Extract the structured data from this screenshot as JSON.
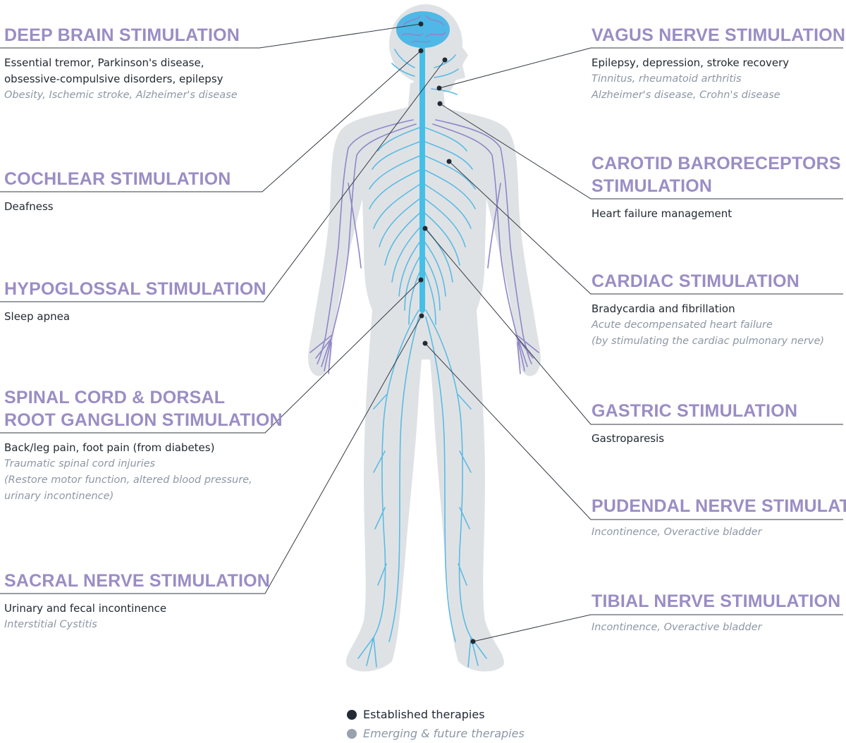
{
  "therapies_left": [
    {
      "id": "dbs",
      "title_lines": [
        "DEEP BRAIN STIMULATION"
      ],
      "established": [
        "Essential tremor, Parkinson's disease,",
        "obsessive-compulsive disorders, epilepsy"
      ],
      "emerging": [
        "Obesity, Ischemic stroke, Alzheimer's disease"
      ]
    },
    {
      "id": "cochlear",
      "title_lines": [
        "COCHLEAR STIMULATION"
      ],
      "established": [
        "Deafness"
      ],
      "emerging": []
    },
    {
      "id": "hypoglossal",
      "title_lines": [
        "HYPOGLOSSAL STIMULATION"
      ],
      "established": [
        "Sleep apnea"
      ],
      "emerging": []
    },
    {
      "id": "spinal",
      "title_lines": [
        "SPINAL CORD & DORSAL",
        "ROOT GANGLION STIMULATION"
      ],
      "established": [
        "Back/leg pain, foot pain (from diabetes)"
      ],
      "emerging": [
        "Traumatic spinal cord injuries",
        "(Restore motor function, altered blood pressure,",
        "urinary incontinence)"
      ]
    },
    {
      "id": "sacral",
      "title_lines": [
        "SACRAL NERVE STIMULATION"
      ],
      "established": [
        "Urinary and fecal incontinence"
      ],
      "emerging": [
        "Interstitial Cystitis"
      ]
    }
  ],
  "therapies_right": [
    {
      "id": "vagus",
      "title_lines": [
        "VAGUS NERVE STIMULATION"
      ],
      "established": [
        "Epilepsy, depression, stroke recovery"
      ],
      "emerging": [
        "Tinnitus, rheumatoid arthritis",
        "Alzheimer's disease, Crohn's disease"
      ]
    },
    {
      "id": "carotid",
      "title_lines": [
        "CAROTID BARORECEPTORS",
        "STIMULATION"
      ],
      "established": [
        "Heart failure management"
      ],
      "emerging": []
    },
    {
      "id": "cardiac",
      "title_lines": [
        "CARDIAC STIMULATION"
      ],
      "established": [
        "Bradycardia and fibrillation"
      ],
      "emerging": [
        "Acute decompensated heart failure",
        "(by stimulating the cardiac pulmonary nerve)"
      ]
    },
    {
      "id": "gastric",
      "title_lines": [
        "GASTRIC STIMULATION"
      ],
      "established": [
        "Gastroparesis"
      ],
      "emerging": []
    },
    {
      "id": "pudendal",
      "title_lines": [
        "PUDENDAL NERVE STIMULATION"
      ],
      "established": [],
      "emerging": [
        "Incontinence, Overactive bladder"
      ]
    },
    {
      "id": "tibial",
      "title_lines": [
        "TIBIAL NERVE STIMULATION"
      ],
      "established": [],
      "emerging": [
        "Incontinence, Overactive bladder"
      ]
    }
  ],
  "legend": {
    "established": "Established therapies",
    "emerging": "Emerging & future therapies"
  },
  "colors": {
    "title": "#9b8dc4",
    "established_text": "#222a33",
    "emerging_text": "#8d97a6",
    "body_silhouette": "#dfe2e5",
    "spine": "#45bfe8",
    "nerves_blue": "#5bbbe4",
    "nerves_purple": "#8f86c8",
    "brain": "#4fb8e6",
    "connector": "#333a42"
  }
}
